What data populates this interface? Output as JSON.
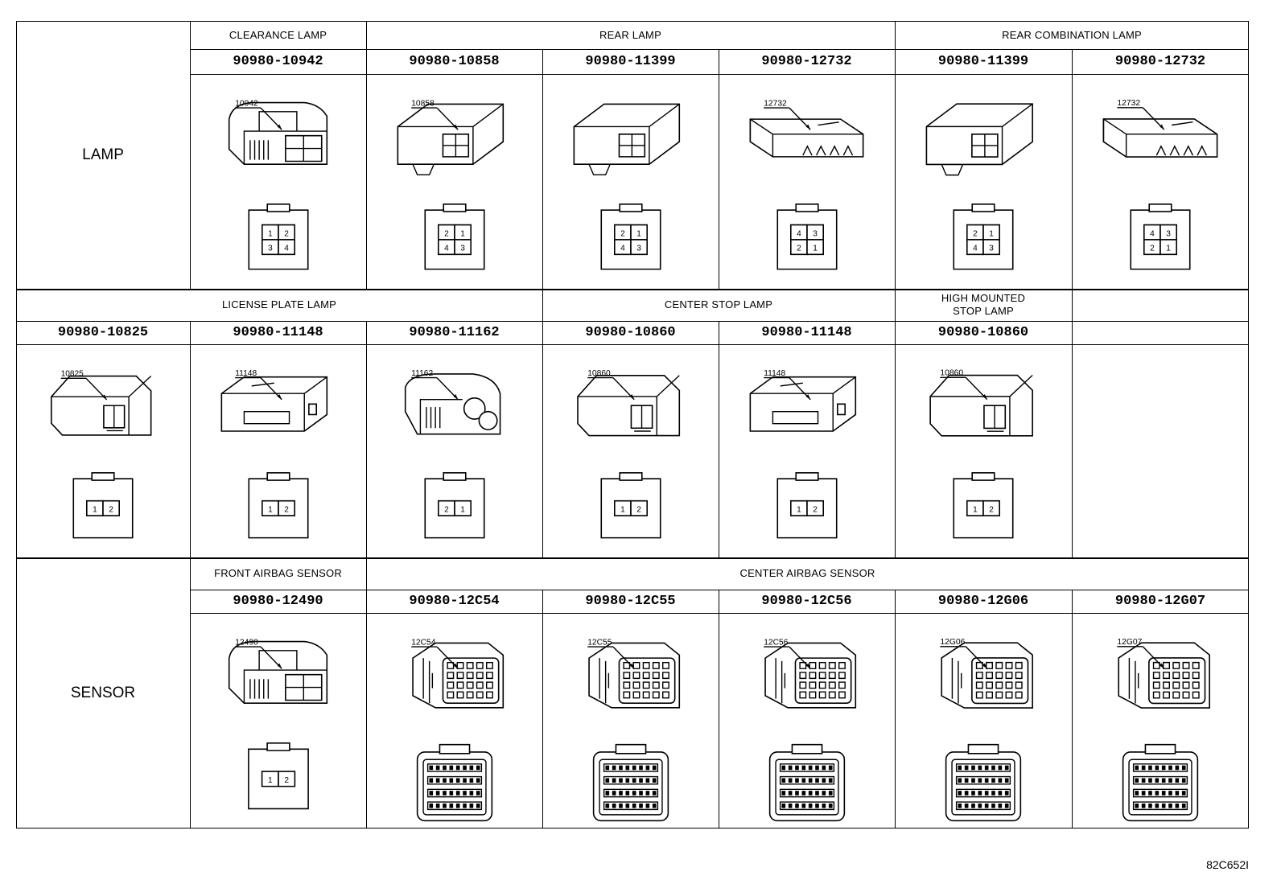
{
  "figure_id": "82C652I",
  "sections": {
    "lamp": "LAMP",
    "sensor": "SENSOR"
  },
  "lamp": {
    "groups": {
      "clearance": "CLEARANCE LAMP",
      "rear": "REAR LAMP",
      "rear_combination": "REAR COMBINATION LAMP"
    },
    "connectors": [
      {
        "part": "90980-10942",
        "tag": "10942",
        "pins": [
          "1",
          "2",
          "3",
          "4"
        ]
      },
      {
        "part": "90980-10858",
        "tag": "10858",
        "pins": [
          "2",
          "1",
          "4",
          "3"
        ]
      },
      {
        "part": "90980-11399",
        "tag": "",
        "pins": [
          "2",
          "1",
          "4",
          "3"
        ]
      },
      {
        "part": "90980-12732",
        "tag": "12732",
        "pins": [
          "4",
          "3",
          "2",
          "1"
        ]
      },
      {
        "part": "90980-11399",
        "tag": "",
        "pins": [
          "2",
          "1",
          "4",
          "3"
        ]
      },
      {
        "part": "90980-12732",
        "tag": "12732",
        "pins": [
          "4",
          "3",
          "2",
          "1"
        ]
      }
    ]
  },
  "middle": {
    "groups": {
      "license": "LICENSE PLATE LAMP",
      "center_stop": "CENTER STOP LAMP",
      "high_mounted": "HIGH MOUNTED STOP LAMP"
    },
    "connectors": [
      {
        "part": "90980-10825",
        "tag": "10825",
        "pins": [
          "1",
          "2"
        ]
      },
      {
        "part": "90980-11148",
        "tag": "11148",
        "pins": [
          "1",
          "2"
        ]
      },
      {
        "part": "90980-11162",
        "tag": "11162",
        "pins": [
          "2",
          "1"
        ]
      },
      {
        "part": "90980-10860",
        "tag": "10860",
        "pins": [
          "1",
          "2"
        ]
      },
      {
        "part": "90980-11148",
        "tag": "11148",
        "pins": [
          "1",
          "2"
        ]
      },
      {
        "part": "90980-10860",
        "tag": "10860",
        "pins": [
          "1",
          "2"
        ]
      }
    ]
  },
  "sensor": {
    "groups": {
      "front_airbag": "FRONT AIRBAG SENSOR",
      "center_airbag": "CENTER AIRBAG SENSOR"
    },
    "connectors": [
      {
        "part": "90980-12490",
        "tag": "12490",
        "pins": [
          "1",
          "2"
        ]
      },
      {
        "part": "90980-12C54",
        "tag": "12C54"
      },
      {
        "part": "90980-12C55",
        "tag": "12C55"
      },
      {
        "part": "90980-12C56",
        "tag": "12C56"
      },
      {
        "part": "90980-12G06",
        "tag": "12G06"
      },
      {
        "part": "90980-12G07",
        "tag": "12G07"
      }
    ]
  }
}
